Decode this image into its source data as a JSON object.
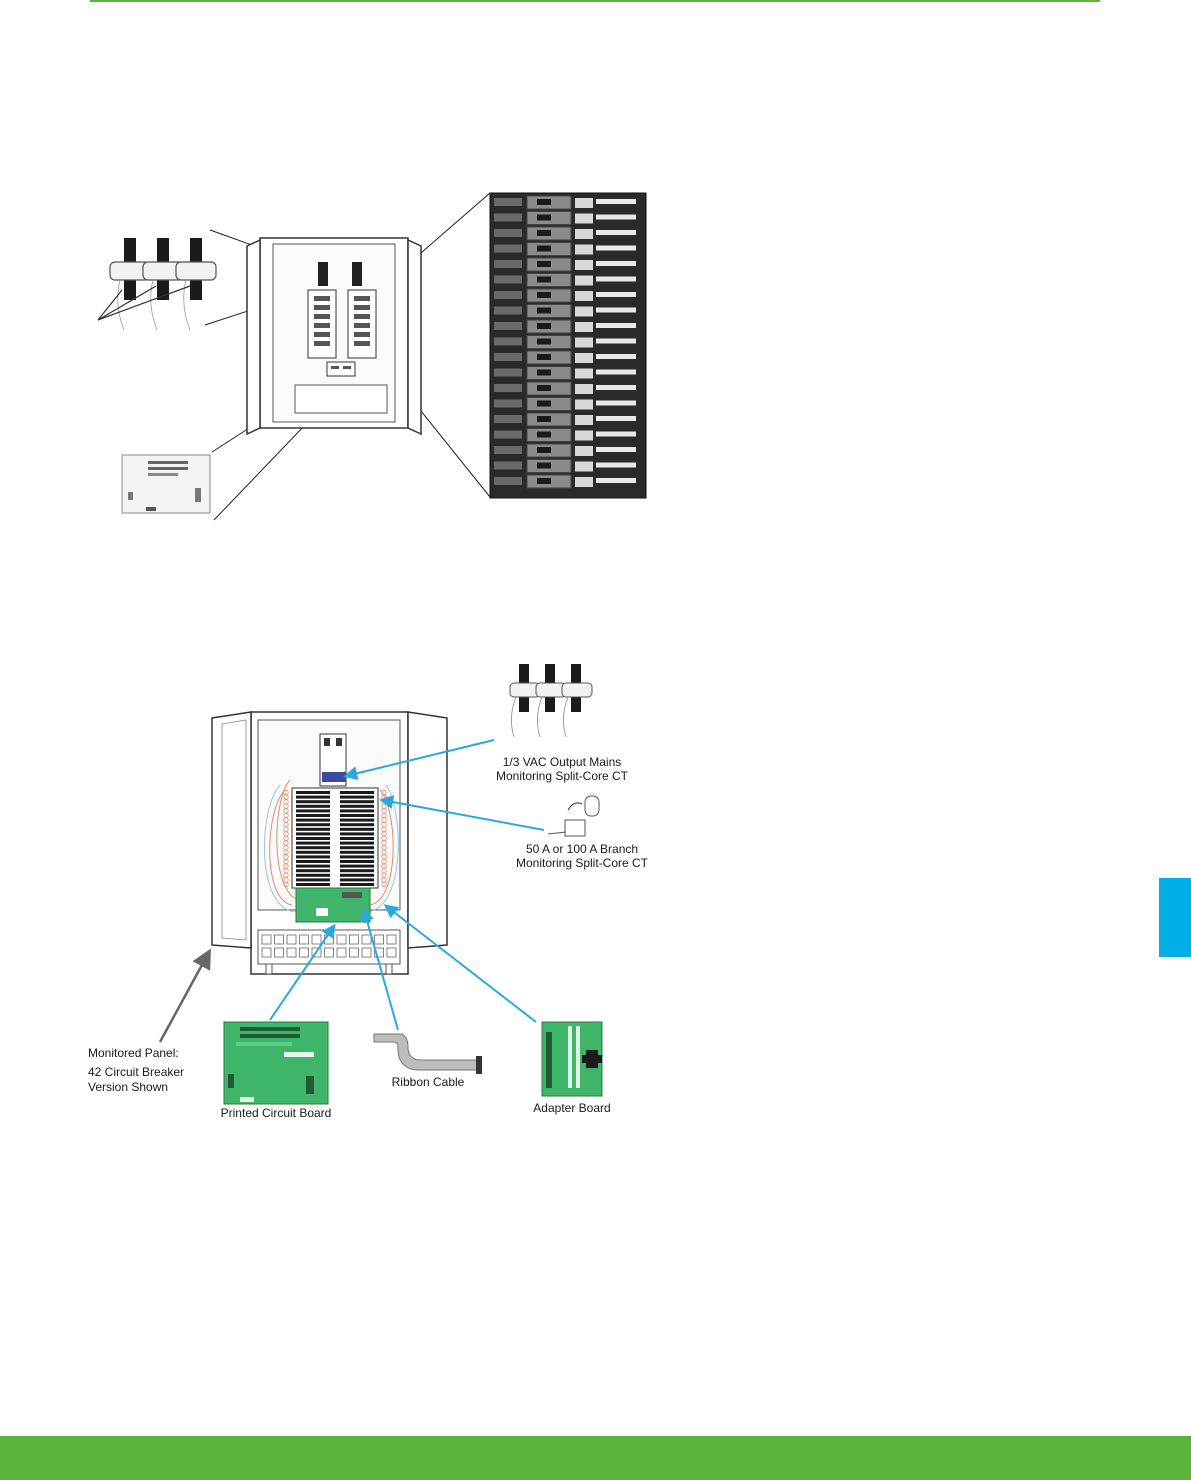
{
  "colors": {
    "accent_green": "#5bb53c",
    "side_tab_blue": "#00aee8",
    "callout_blue": "#29a9e0",
    "board_green": "#3fb56a"
  },
  "diagram_bottom": {
    "mains_ct_label_line1": "1/3 VAC Output Mains",
    "mains_ct_label_line2": "Monitoring Split-Core CT",
    "branch_ct_label_line1": "50 A or 100 A Branch",
    "branch_ct_label_line2": "Monitoring Split-Core CT",
    "monitored_panel_line1": "Monitored Panel:",
    "monitored_panel_line2": "42 Circuit Breaker",
    "monitored_panel_line3": "Version Shown",
    "pcb_label": "Printed Circuit Board",
    "ribbon_label": "Ribbon Cable",
    "adapter_label": "Adapter Board"
  }
}
